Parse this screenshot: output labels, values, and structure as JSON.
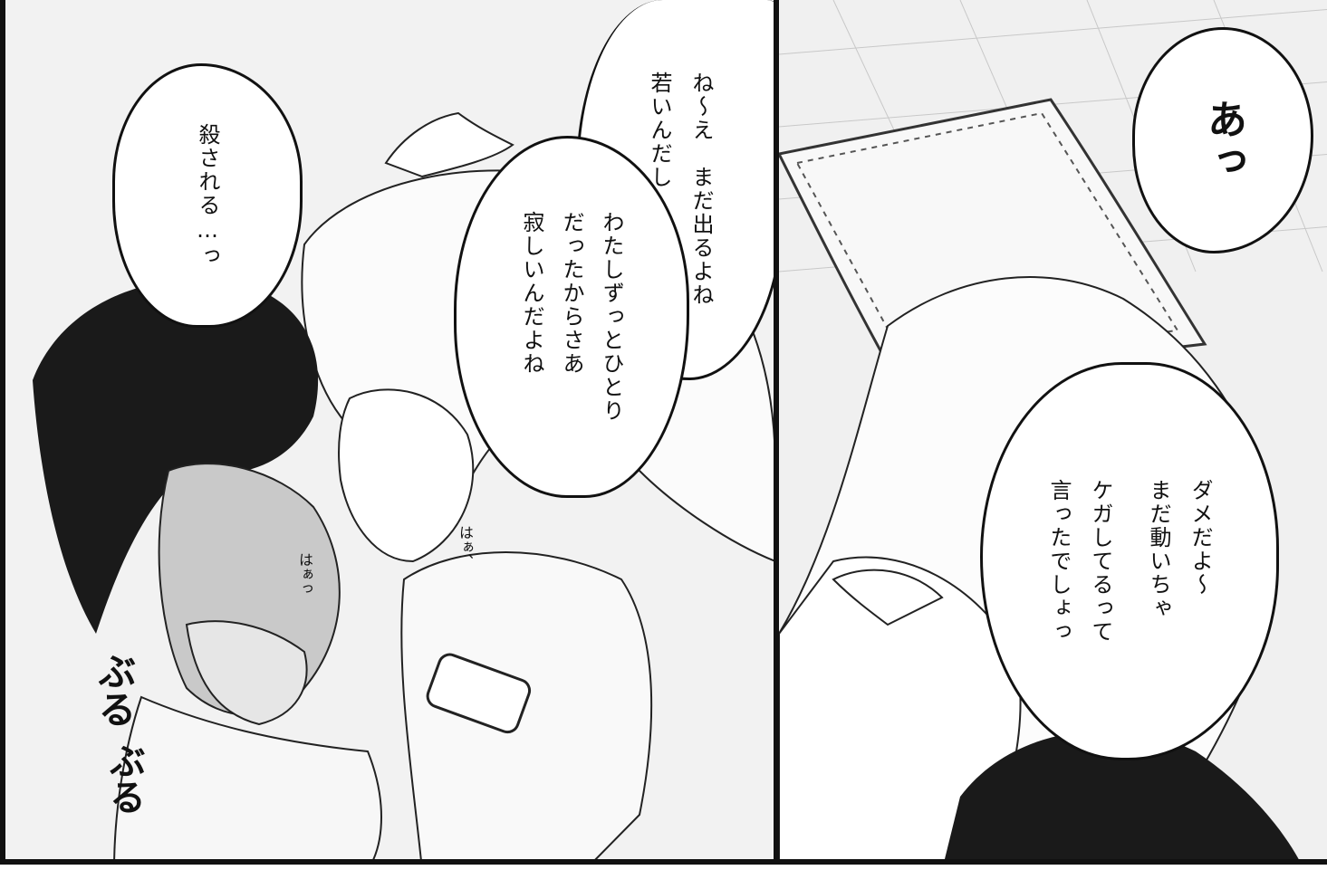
{
  "panels": {
    "left": {
      "bubble_killed": {
        "lines": [
          "殺される…っ"
        ]
      },
      "bubble_young": {
        "lines": [
          "ね～え　まだ出るよね",
          "若いんだし"
        ]
      },
      "bubble_lonely": {
        "lines": [
          "わたしずっとひとり",
          "だったからさあ",
          "寂しいんだよね"
        ]
      },
      "sfx_haa_girl": "はぁ、",
      "sfx_haa_boy": "はぁっ",
      "sfx_shiver_1": "ぶる",
      "sfx_shiver_2": "ぶる"
    },
    "right": {
      "bubble_ah": {
        "lines": [
          "あっ"
        ]
      },
      "bubble_dame": {
        "lines": [
          "ダメだよ～",
          "まだ動いちゃ"
        ]
      },
      "bubble_injured": {
        "lines": [
          "ケガしてるって",
          "言ったでしょっ"
        ]
      }
    }
  }
}
